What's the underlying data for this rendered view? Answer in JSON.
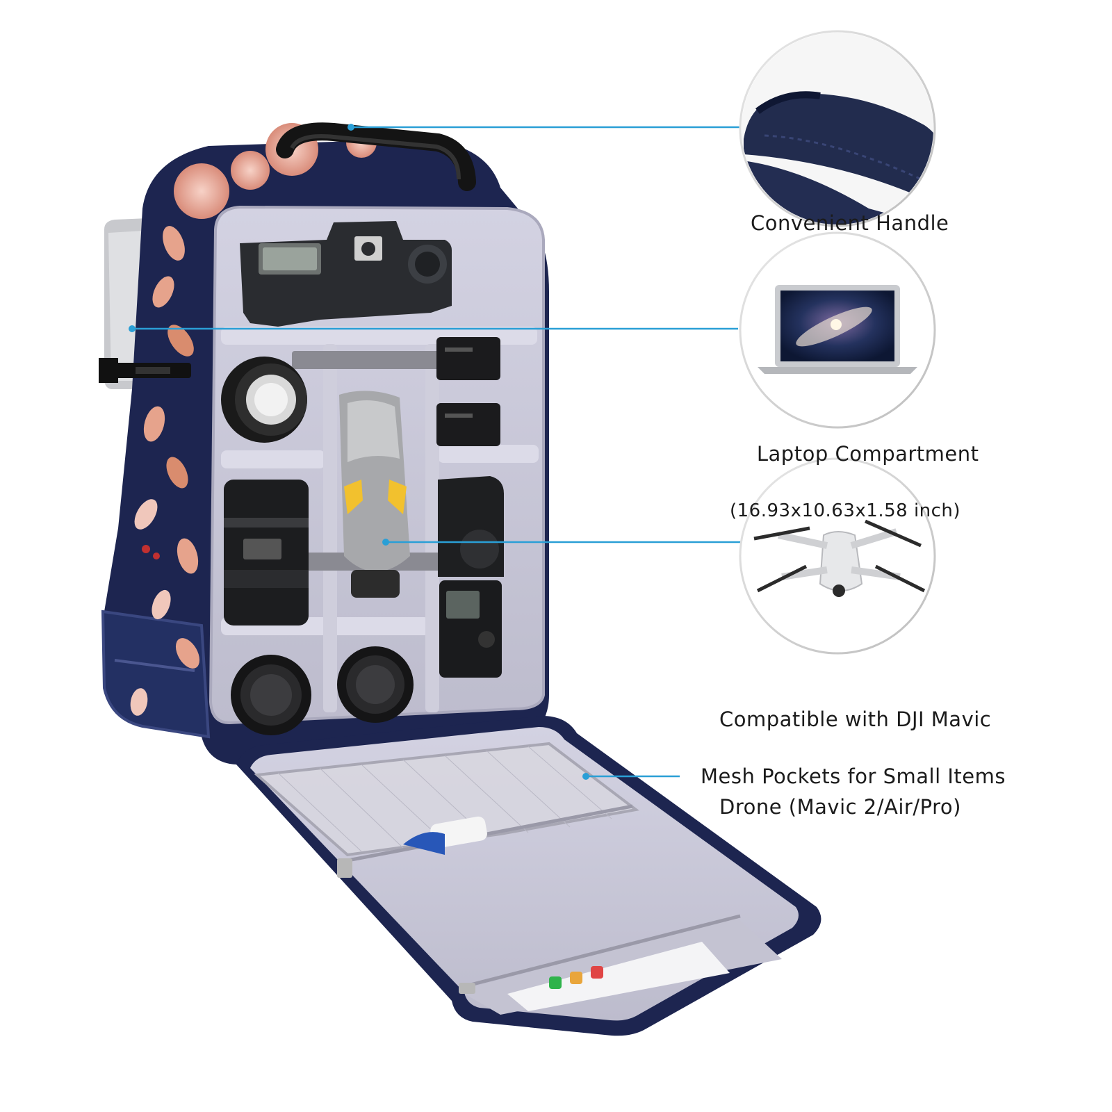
{
  "features": {
    "handle": {
      "label": "Convenient Handle"
    },
    "laptop": {
      "label": "Laptop Compartment",
      "dimensions": "(16.93x10.63x1.58 inch)"
    },
    "drone": {
      "line1": "Compatible with DJI Mavic",
      "line2": "Drone (Mavic 2/Air/Pro)"
    },
    "mesh": {
      "label": "Mesh Pockets for Small Items"
    }
  },
  "colors": {
    "background": "#ffffff",
    "callout_line": "#2a9fd6",
    "bag_navy": "#1d2550",
    "lining_lavender": "#c9c8d8",
    "flower_pink": "#e8a89a",
    "handle_navy": "#222c4e"
  }
}
